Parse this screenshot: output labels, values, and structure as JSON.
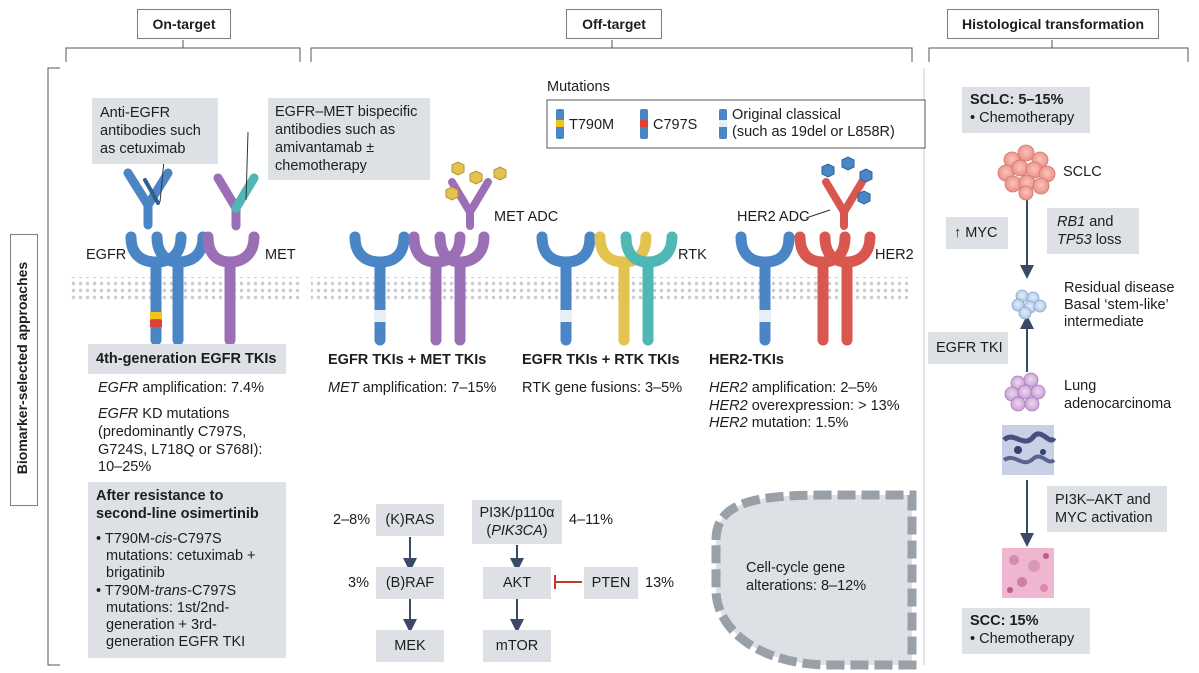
{
  "headers": {
    "on_target": "On-target",
    "off_target": "Off-target",
    "histological": "Histological transformation"
  },
  "side_label": "Biomarker-selected approaches",
  "legend": {
    "title": "Mutations",
    "t790m": "T790M",
    "c797s": "C797S",
    "original_1": "Original classical",
    "original_2": "(such as 19del or L858R)"
  },
  "antibody_boxes": {
    "anti_egfr": [
      "Anti-EGFR",
      "antibodies such",
      "as cetuximab"
    ],
    "bispecific": [
      "EGFR–MET bispecific",
      "antibodies such as",
      "amivantamab ±",
      "chemotherapy"
    ]
  },
  "receptor_labels": {
    "egfr": "EGFR",
    "met": "MET",
    "met_adc": "MET ADC",
    "rtk": "RTK",
    "her2_adc": "HER2 ADC",
    "her2": "HER2"
  },
  "on_target": {
    "title": "4th-generation EGFR TKIs",
    "amp_gene": "EGFR",
    "amp_text": " amplification: 7.4%",
    "kd_gene": "EGFR",
    "kd_text": " KD mutations",
    "kd_lines": [
      "(predominantly C797S,",
      "G724S, L718Q or S768I):",
      "10–25%"
    ],
    "resistance_title_1": "After resistance to",
    "resistance_title_2": "second-line osimertinib",
    "bullet1_a": "T790M-",
    "bullet1_i": "cis",
    "bullet1_b": "-C797S",
    "bullet1_lines": [
      "mutations: cetuximab +",
      "brigatinib"
    ],
    "bullet2_a": "T790M-",
    "bullet2_i": "trans",
    "bullet2_b": "-C797S",
    "bullet2_lines": [
      "mutations: 1st/2nd-",
      "generation + 3rd-",
      "generation EGFR TKI"
    ]
  },
  "off_target": {
    "met_title": "EGFR TKIs + MET TKIs",
    "met_gene": "MET",
    "met_text": " amplification: 7–15%",
    "rtk_title": "EGFR TKIs + RTK TKIs",
    "rtk_text": "RTK gene fusions: 3–5%",
    "her2_title": "HER2-TKIs",
    "her2_gene": "HER2",
    "her2_amp": " amplification: 2–5%",
    "her2_over": " overexpression: > 13%",
    "her2_mut": " mutation: 1.5%"
  },
  "pathway": {
    "kras": "(K)RAS",
    "kras_pct": "2–8%",
    "braf": "(B)RAF",
    "braf_pct": "3%",
    "mek": "MEK",
    "pi3k_1": "PI3K/p110α",
    "pi3k_2": "PIK3CA",
    "pi3k_pct": "4–11%",
    "akt": "AKT",
    "pten": "PTEN",
    "pten_pct": "13%",
    "mtor": "mTOR",
    "cell_cycle_1": "Cell-cycle gene",
    "cell_cycle_2": "alterations: 8–12%"
  },
  "histology": {
    "sclc_title": "SCLC: 5–15%",
    "sclc_bullet": "Chemotherapy",
    "sclc_cell": "SCLC",
    "myc_box": "↑ MYC",
    "rb1": "RB1",
    "rb1_and": " and",
    "tp53": "TP53",
    "tp53_loss": " loss",
    "residual_1": "Residual disease",
    "residual_2": "Basal ‘stem-like’",
    "residual_3": "intermediate",
    "egfr_tki": "EGFR TKI",
    "lung_1": "Lung",
    "lung_2": "adenocarcinoma",
    "pi3k_akt_1": "PI3K–AKT and",
    "pi3k_akt_2": "MYC activation",
    "scc_title": "SCC: 15%",
    "scc_bullet": "Chemotherapy"
  },
  "colors": {
    "egfr_blue": "#4a86c5",
    "met_purple": "#9b6fb5",
    "rtk_yellow": "#e3c34f",
    "rtk_teal": "#4fb7b4",
    "her2_red": "#d8574f",
    "t790m_yellow": "#f0c419",
    "c797s_red": "#e0403a",
    "grey_box": "#dde0e4",
    "arrow_navy": "#3a4a66",
    "pten_red": "#c0392b"
  }
}
